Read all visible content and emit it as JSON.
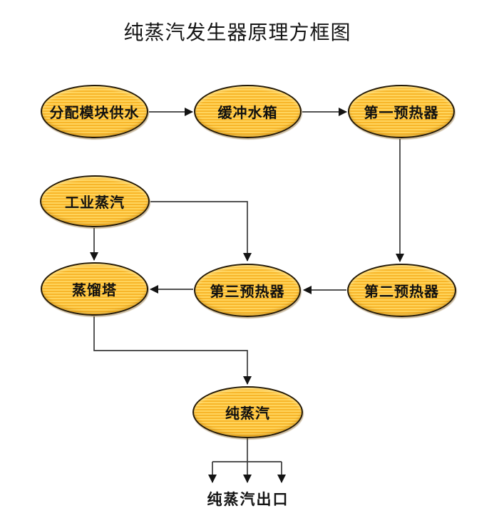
{
  "title": "纯蒸汽发生器原理方框图",
  "outlet_label": "纯蒸汽出口",
  "nodes": [
    {
      "id": "supply-water",
      "label": "分配模块供水"
    },
    {
      "id": "buffer-tank",
      "label": "缓冲水箱"
    },
    {
      "id": "preheater-1",
      "label": "第一预热器"
    },
    {
      "id": "industrial-steam",
      "label": "工业蒸汽"
    },
    {
      "id": "distillation-tower",
      "label": "蒸馏塔"
    },
    {
      "id": "preheater-3",
      "label": "第三预热器"
    },
    {
      "id": "preheater-2",
      "label": "第二预热器"
    },
    {
      "id": "pure-steam",
      "label": "纯蒸汽"
    }
  ],
  "edges": [
    {
      "from": "分配模块供水",
      "to": "缓冲水箱"
    },
    {
      "from": "缓冲水箱",
      "to": "第一预热器"
    },
    {
      "from": "第一预热器",
      "to": "第二预热器"
    },
    {
      "from": "第二预热器",
      "to": "第三预热器"
    },
    {
      "from": "第三预热器",
      "to": "蒸馏塔"
    },
    {
      "from": "工业蒸汽",
      "to": "蒸馏塔"
    },
    {
      "from": "工业蒸汽",
      "to": "第三预热器"
    },
    {
      "from": "蒸馏塔",
      "to": "纯蒸汽"
    },
    {
      "from": "纯蒸汽",
      "to": "纯蒸汽出口",
      "branches": 3
    }
  ],
  "colors": {
    "node_fill_light": "#ffd45c",
    "node_fill_dark": "#f8b62a",
    "node_border": "#241a08",
    "arrow_line": "#3a3a3a",
    "arrow_head": "#141414",
    "background": "#ffffff",
    "text": "#141414"
  }
}
